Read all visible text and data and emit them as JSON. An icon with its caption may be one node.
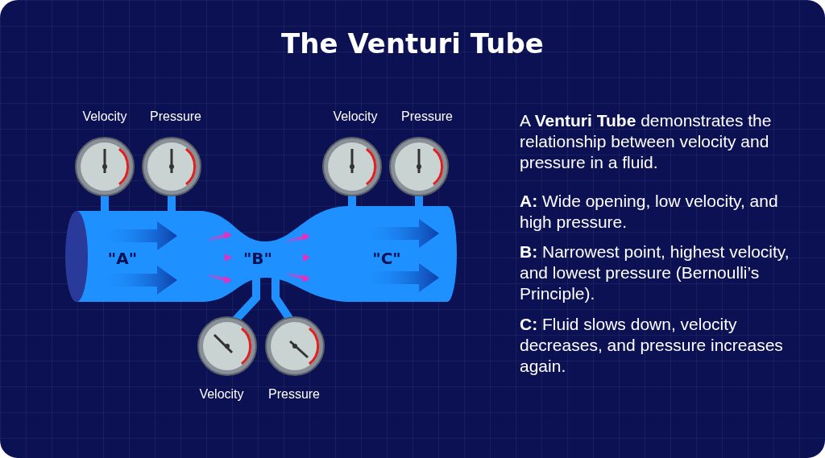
{
  "diagram": {
    "title": "The Venturi Tube",
    "labels": [
      "Velocity",
      "Pressure",
      "Velocity",
      "Pressure",
      "\"A\"",
      "\"B\"",
      "\"C\"",
      "Velocity",
      "Pressure",
      "A **Venturi Tube** demonstrates the relationship between velocity and pressure in a fluid.",
      "**A:** Wide opening, low velocity, and high pressure.",
      "**B:** Narrowest point, highest velocity, and lowest pressure (Bernoulli’s Principle).",
      "**C:** Fluid slows down, velocity decreases, and pressure increases again."
    ]
  }
}
